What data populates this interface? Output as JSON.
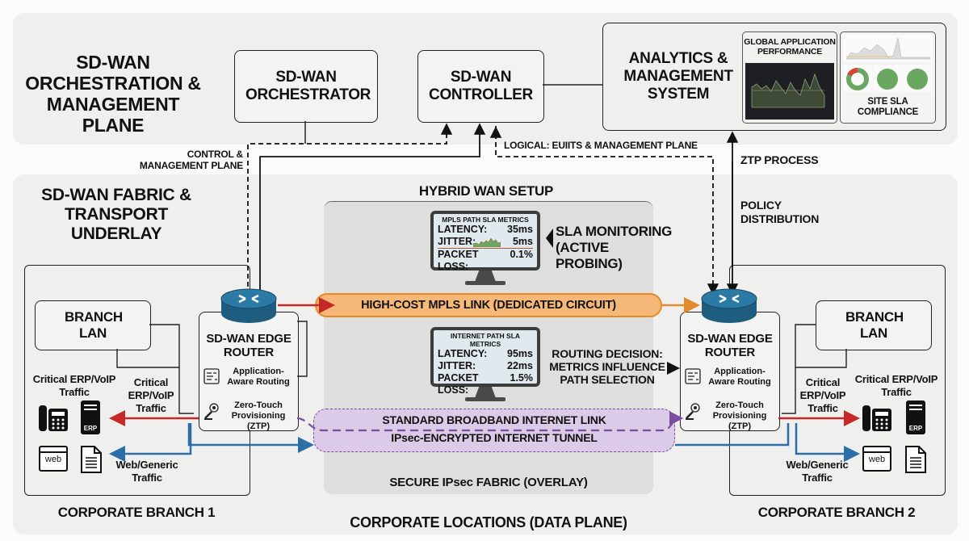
{
  "top_plane": {
    "title": "SD-WAN ORCHESTRATION & MANAGEMENT PLANE",
    "orchestrator": "SD-WAN ORCHESTRATOR",
    "controller": "SD-WAN CONTROLLER",
    "analytics": {
      "title": "ANALYTICS & MANAGEMENT SYSTEM",
      "dashboard_left": "GLOBAL APPLICATION PERFORMANCE",
      "dashboard_right": "SITE SLA COMPLIANCE"
    }
  },
  "connectors": {
    "control_mgmt": "CONTROL & MANAGEMENT PLANE",
    "logical": "LOGICAL: EUIITS & MANAGEMENT PLANE",
    "ztp_process": "ZTP PROCESS",
    "policy_distribution": "POLICY DISTRIBUTION"
  },
  "fabric": {
    "title": "SD-WAN FABRIC & TRANSPORT UNDERLAY",
    "hybrid_title": "HYBRID WAN SETUP",
    "mpls_metrics": {
      "title": "MPLS PATH SLA METRICS",
      "rows": [
        {
          "label": "LATENCY:",
          "value": "35ms"
        },
        {
          "label": "JITTER:",
          "value": "5ms"
        },
        {
          "label": "PACKET LOSS:",
          "value": "0.1%"
        }
      ]
    },
    "sla_monitoring": "SLA MONITORING (ACTIVE PROBING)",
    "mpls_link": "HIGH-COST MPLS LINK (DEDICATED CIRCUIT)",
    "internet_metrics": {
      "title": "INTERNET PATH SLA METRICS",
      "rows": [
        {
          "label": "LATENCY:",
          "value": "95ms"
        },
        {
          "label": "JITTER:",
          "value": "22ms"
        },
        {
          "label": "PACKET LOSS:",
          "value": "1.5%"
        }
      ]
    },
    "routing_decision": "ROUTING DECISION: METRICS INFLUENCE PATH SELECTION",
    "broadband_link": "STANDARD BROADBAND INTERNET LINK",
    "ipsec_tunnel": "IPsec-ENCRYPTED INTERNET TUNNEL",
    "overlay_label": "SECURE IPsec FABRIC (OVERLAY)",
    "data_plane": "CORPORATE LOCATIONS (DATA PLANE)"
  },
  "branches": [
    {
      "name": "CORPORATE BRANCH 1",
      "lan": "BRANCH LAN",
      "edge_title": "SD-WAN EDGE ROUTER",
      "feature_routing": "Application-Aware Routing",
      "feature_ztp": "Zero-Touch Provisioning (ZTP)",
      "critical_label": "Critical ERP/VoIP Traffic",
      "critical_arrow_label": "Critical ERP/VoIP Traffic",
      "web_label": "Web/Generic Traffic",
      "erp_badge": "ERP",
      "web_badge": "web"
    },
    {
      "name": "CORPORATE BRANCH 2",
      "lan": "BRANCH LAN",
      "edge_title": "SD-WAN EDGE ROUTER",
      "feature_routing": "Application-Aware Routing",
      "feature_ztp": "Zero-Touch Provisioning (ZTP)",
      "critical_label": "Critical ERP/VoIP Traffic",
      "critical_arrow_label": "Critical ERP/VoIP Traffic",
      "web_label": "Web/Generic Traffic",
      "erp_badge": "ERP",
      "web_badge": "web"
    }
  ],
  "colors": {
    "critical": "#c62828",
    "generic": "#2a6fa8",
    "mpls": "#e58a2b",
    "mpls_fill": "#f6b878",
    "tunnel": "#7b4fa0",
    "tunnel_fill": "#dccbe8",
    "router": "#2b6f95"
  }
}
